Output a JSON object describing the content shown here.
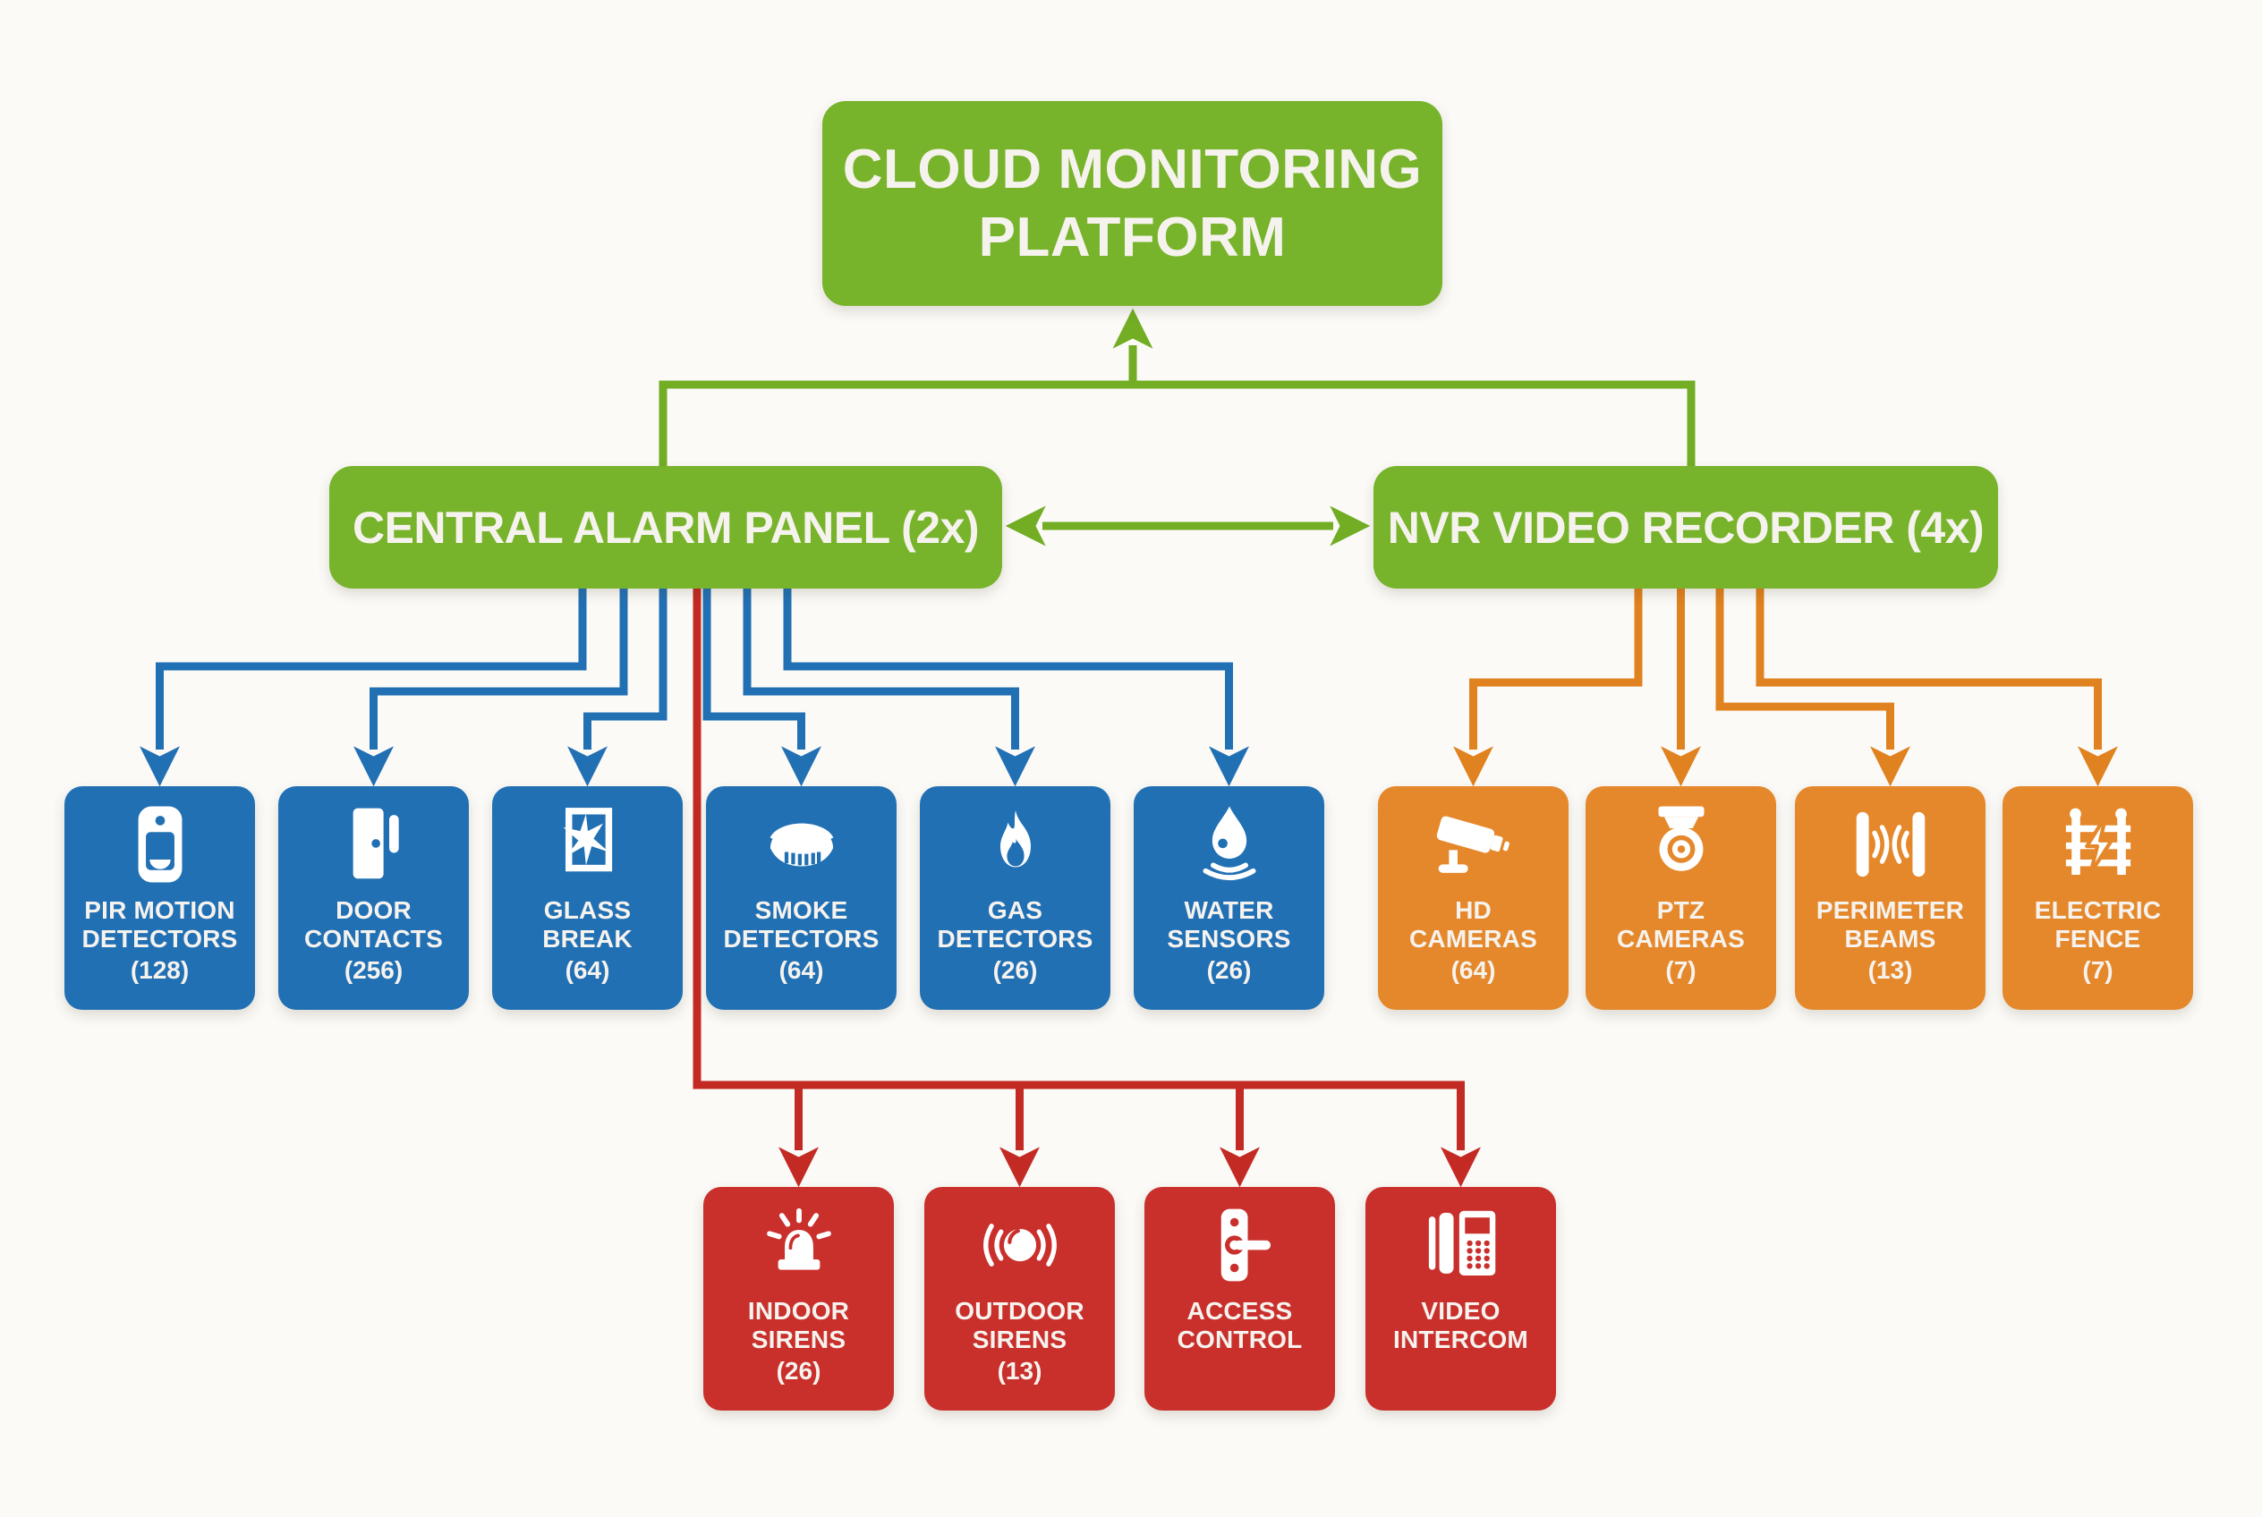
{
  "background": "#fbfaf7",
  "palette": {
    "green": "#77b32b",
    "green_line": "#72ad24",
    "blue": "#2270b4",
    "blue_line": "#2270b4",
    "orange": "#e5882c",
    "orange_line": "#e0821f",
    "red": "#c9302c",
    "red_line": "#c32a24",
    "text": "#f6f3ee"
  },
  "nodes": {
    "cloud": {
      "label": "CLOUD MONITORING\nPLATFORM"
    },
    "alarm_panel": {
      "label": "CENTRAL ALARM PANEL (2x)"
    },
    "nvr": {
      "label": "NVR VIDEO RECORDER (4x)"
    },
    "sensors": [
      {
        "label": "PIR MOTION\nDETECTORS",
        "count": "(128)",
        "icon": "pir-motion-icon"
      },
      {
        "label": "DOOR\nCONTACTS",
        "count": "(256)",
        "icon": "door-contact-icon"
      },
      {
        "label": "GLASS\nBREAK",
        "count": "(64)",
        "icon": "glass-break-icon"
      },
      {
        "label": "SMOKE\nDETECTORS",
        "count": "(64)",
        "icon": "smoke-detector-icon"
      },
      {
        "label": "GAS\nDETECTORS",
        "count": "(26)",
        "icon": "gas-detector-icon"
      },
      {
        "label": "WATER\nSENSORS",
        "count": "(26)",
        "icon": "water-sensor-icon"
      }
    ],
    "cameras": [
      {
        "label": "HD\nCAMERAS",
        "count": "(64)",
        "icon": "hd-camera-icon"
      },
      {
        "label": "PTZ\nCAMERAS",
        "count": "(7)",
        "icon": "ptz-camera-icon"
      },
      {
        "label": "PERIMETER\nBEAMS",
        "count": "(13)",
        "icon": "perimeter-beams-icon"
      },
      {
        "label": "ELECTRIC\nFENCE",
        "count": "(7)",
        "icon": "electric-fence-icon"
      }
    ],
    "outputs": [
      {
        "label": "INDOOR\nSIRENS",
        "count": "(26)",
        "icon": "indoor-siren-icon"
      },
      {
        "label": "OUTDOOR\nSIRENS",
        "count": "(13)",
        "icon": "outdoor-siren-icon"
      },
      {
        "label": "ACCESS\nCONTROL",
        "count": "",
        "icon": "access-control-icon"
      },
      {
        "label": "VIDEO\nINTERCOM",
        "count": "",
        "icon": "video-intercom-icon"
      }
    ]
  },
  "edges": [
    {
      "from": "central-alarm-panel",
      "to": "cloud-monitoring-platform",
      "color": "green",
      "arrow": "up"
    },
    {
      "from": "nvr-video-recorder",
      "to": "cloud-monitoring-platform",
      "color": "green",
      "arrow": "up"
    },
    {
      "from": "central-alarm-panel",
      "to": "nvr-video-recorder",
      "color": "green",
      "arrow": "both"
    },
    {
      "from": "central-alarm-panel",
      "to": "sensors",
      "color": "blue",
      "arrow": "down"
    },
    {
      "from": "nvr-video-recorder",
      "to": "cameras",
      "color": "orange",
      "arrow": "down"
    },
    {
      "from": "central-alarm-panel",
      "to": "outputs",
      "color": "red",
      "arrow": "down"
    }
  ]
}
